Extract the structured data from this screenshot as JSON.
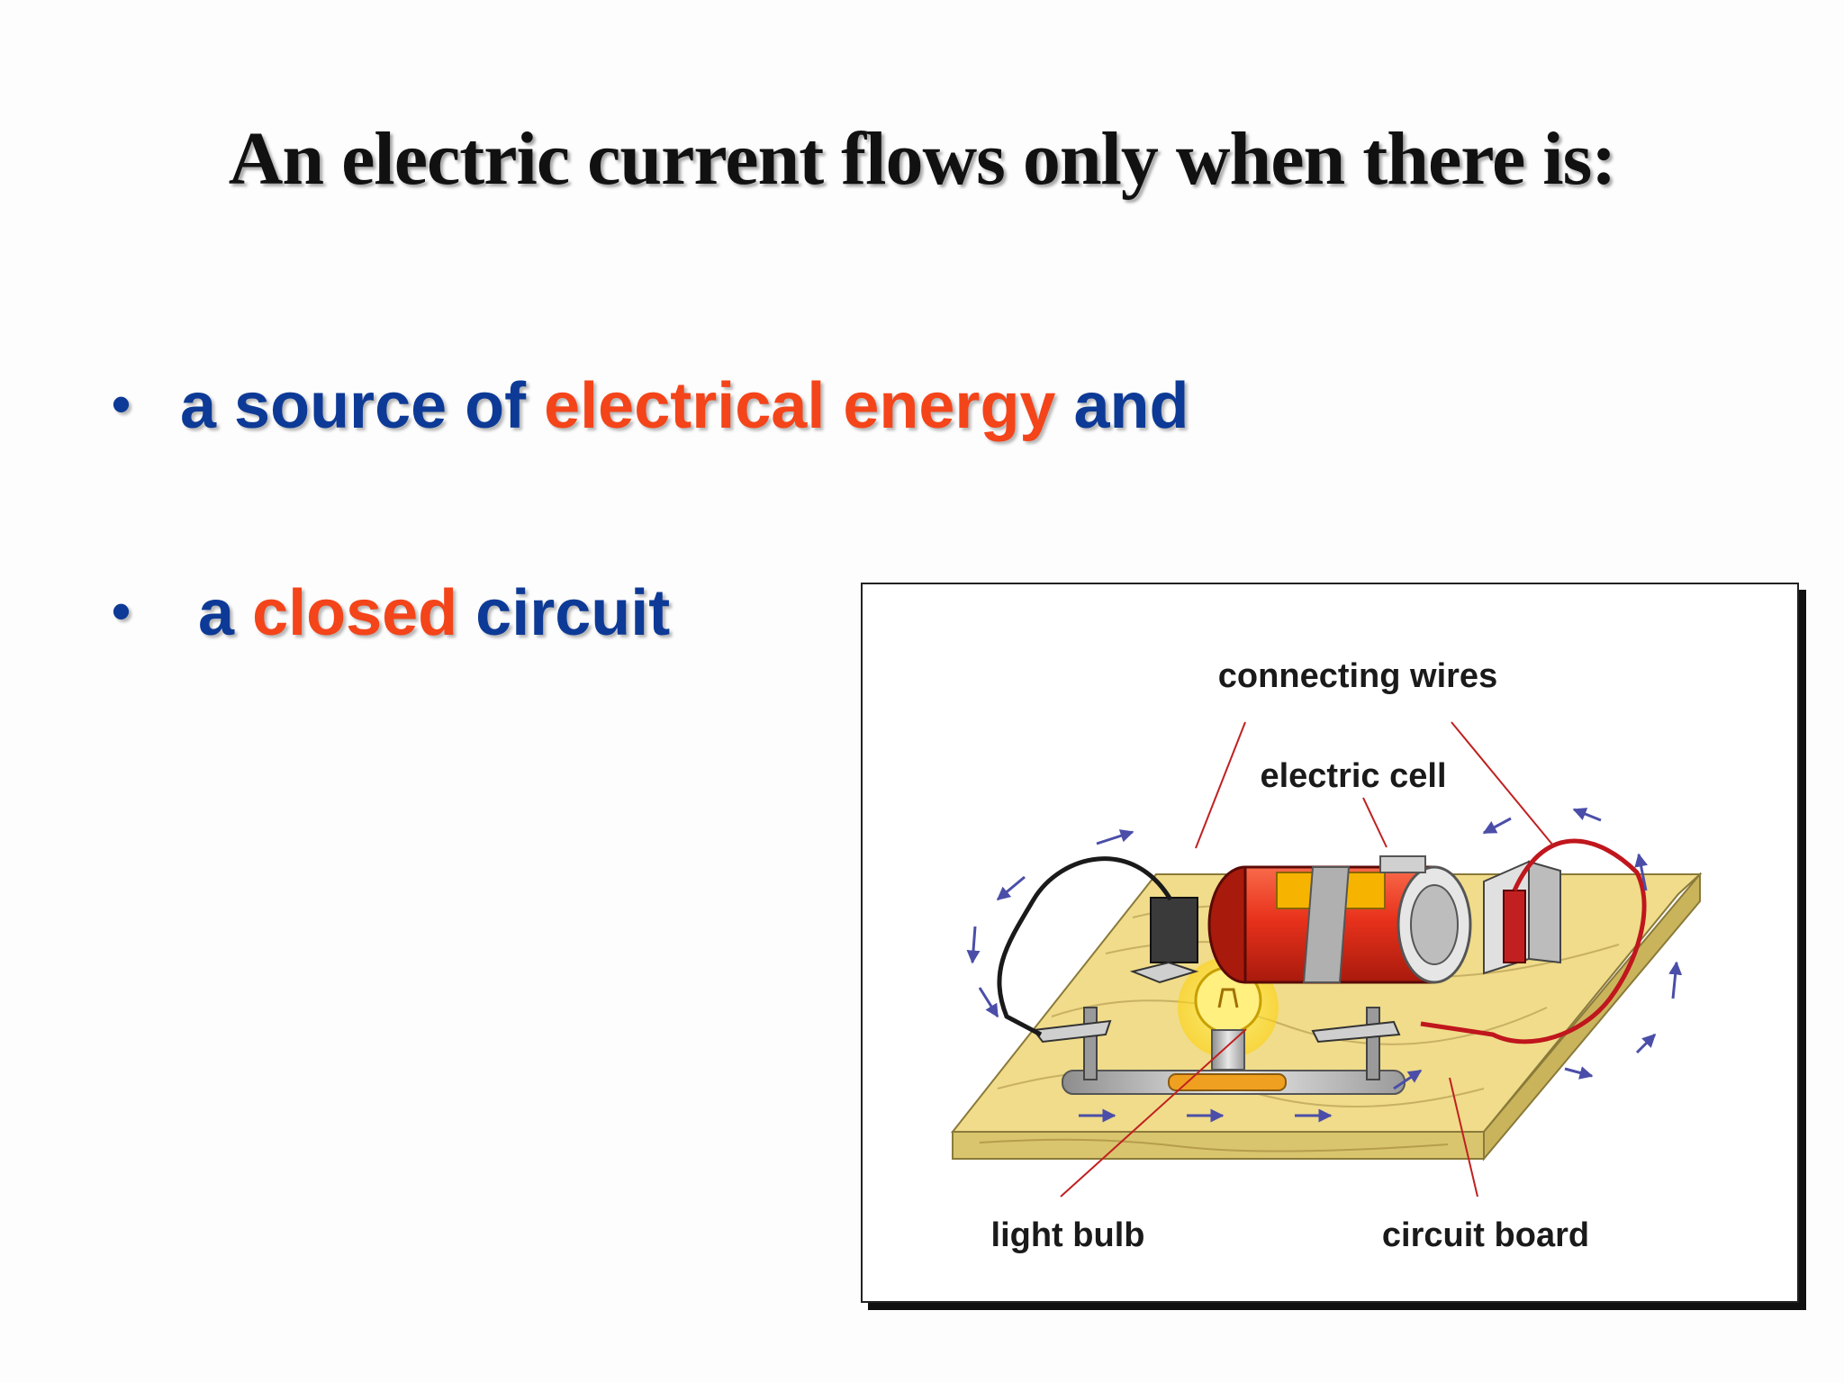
{
  "slide": {
    "title": "An electric current flows only when there is:",
    "bullets": [
      {
        "marker": "•",
        "segments": [
          {
            "text": "a source of ",
            "color": "#0d3a96"
          },
          {
            "text": "electrical energy",
            "color": "#f4441a"
          },
          {
            "text": " and",
            "color": "#0d3a96"
          }
        ]
      },
      {
        "marker": "•",
        "segments": [
          {
            "text": " a ",
            "color": "#0d3a96"
          },
          {
            "text": "closed",
            "color": "#f4441a"
          },
          {
            "text": " circuit",
            "color": "#0d3a96"
          }
        ]
      }
    ]
  },
  "diagram": {
    "labels": {
      "connecting_wires": "connecting wires",
      "electric_cell": "electric cell",
      "light_bulb": "light bulb",
      "circuit_board": "circuit board"
    },
    "colors": {
      "board": "#f0dc8a",
      "board_edge": "#d9c56e",
      "cell_body": "#e8321c",
      "wire_red": "#c0161d",
      "wire_black": "#1a1a1a",
      "arrows": "#4b4ea8",
      "pointer_lines": "#c02020"
    }
  }
}
